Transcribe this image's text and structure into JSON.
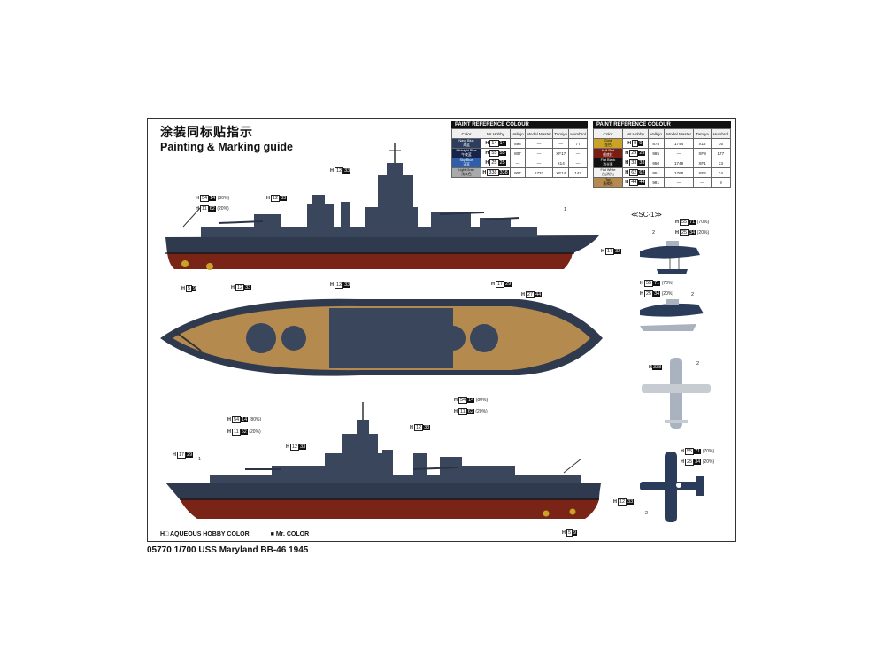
{
  "title_cn": "涂装同标贴指示",
  "title_en": "Painting & Marking guide",
  "paint_table_1": {
    "caption": "PAINT REFERENCE COLOUR",
    "headers": [
      "Color",
      "Mr Hobby",
      "Vallejo",
      "Model Master",
      "Tamiya",
      "Humbrol"
    ],
    "rows": [
      {
        "name": "Navy Blue",
        "name_cn": "海蓝",
        "hobby_num": "14",
        "hobby_style": "blk",
        "vallejo": "898",
        "model_master": "—",
        "tamiya": "—",
        "humbrol": "77",
        "color": "#2d3e5c"
      },
      {
        "name": "Midnight Blue",
        "name_cn": "午夜蓝",
        "hobby_num": "55",
        "hobby_style": "blk",
        "vallejo": "807",
        "model_master": "—",
        "tamiya": "XF17",
        "humbrol": "—",
        "color": "#16244a"
      },
      {
        "name": "Sky Blue",
        "name_cn": "天蓝",
        "hobby_num": "25",
        "hobby_style": "blk",
        "vallejo": "—",
        "model_master": "—",
        "tamiya": "X14",
        "humbrol": "—",
        "color": "#2f5fa8"
      },
      {
        "name": "Light Gray",
        "name_cn": "浅灰色",
        "hobby_num": "338",
        "hobby_style": "blk",
        "vallejo": "907",
        "model_master": "1732",
        "tamiya": "XF14",
        "humbrol": "147",
        "color": "#a7a9ab"
      }
    ]
  },
  "paint_table_2": {
    "caption": "PAINT REFERENCE COLOUR",
    "headers": [
      "Color",
      "Mr Hobby",
      "Vallejo",
      "Model Master",
      "Tamiya",
      "Humbrol"
    ],
    "rows": [
      {
        "name": "Gold",
        "name_cn": "金色",
        "hobby_num": "9",
        "hobby_style": "blk",
        "vallejo": "878",
        "model_master": "1744",
        "tamiya": "X12",
        "humbrol": "16",
        "color": "#c9a227"
      },
      {
        "name": "Hull Red",
        "name_cn": "舰底红",
        "hobby_num": "29",
        "hobby_style": "blk",
        "vallejo": "985",
        "model_master": "—",
        "tamiya": "XF9",
        "humbrol": "177",
        "color": "#7a1e14"
      },
      {
        "name": "Flat Black",
        "name_cn": "消光黑",
        "hobby_num": "33",
        "hobby_style": "blk",
        "vallejo": "950",
        "model_master": "1749",
        "tamiya": "XF1",
        "humbrol": "33",
        "color": "#111111"
      },
      {
        "name": "Flat White",
        "name_cn": "白(消光)",
        "hobby_num": "62",
        "hobby_style": "blk",
        "vallejo": "951",
        "model_master": "1768",
        "tamiya": "XF2",
        "humbrol": "34",
        "color": "#f2f2f2"
      },
      {
        "name": "Tan",
        "name_cn": "黄褐色",
        "hobby_num": "44",
        "hobby_style": "blk",
        "vallejo": "981",
        "model_master": "—",
        "tamiya": "—",
        "humbrol": "9",
        "color": "#b58a4f"
      }
    ]
  },
  "callouts": {
    "h54_14": {
      "h": "H",
      "a": "54",
      "b": "14"
    },
    "h11_62": {
      "h": "H",
      "a": "11",
      "b": "62"
    },
    "h12_33": {
      "h": "H",
      "a": "12",
      "b": "33"
    },
    "h17_32": {
      "h": "H",
      "a": "17",
      "b": "32"
    },
    "h17_29": {
      "h": "H",
      "a": "17",
      "b": "29"
    },
    "h27_44": {
      "h": "H",
      "a": "27",
      "b": "44"
    },
    "h5_9": {
      "h": "H",
      "a": "5",
      "b": "9"
    },
    "h55_71": {
      "h": "H",
      "a": "55",
      "b": "71"
    },
    "h25_34": {
      "h": "H",
      "a": "25",
      "b": "34"
    },
    "h338": {
      "h": "H",
      "a": "338"
    },
    "pct80": "(80%)",
    "pct20": "(20%)",
    "pct70": "(70%)",
    "num1": "1",
    "num2": "2"
  },
  "sc1_label": "≪SC-1≫",
  "legend": {
    "aqueous": "H□ AQUEOUS HOBBY COLOR",
    "mr": "■ Mr. COLOR"
  },
  "footer": "05770 1/700 USS Maryland BB-46 1945",
  "colors": {
    "hull_blue": "#2f3a4f",
    "hull_red": "#7a2418",
    "deck_tan": "#b58a4f",
    "plane_blue": "#2b3b5a",
    "plane_light": "#a9b3bf"
  }
}
